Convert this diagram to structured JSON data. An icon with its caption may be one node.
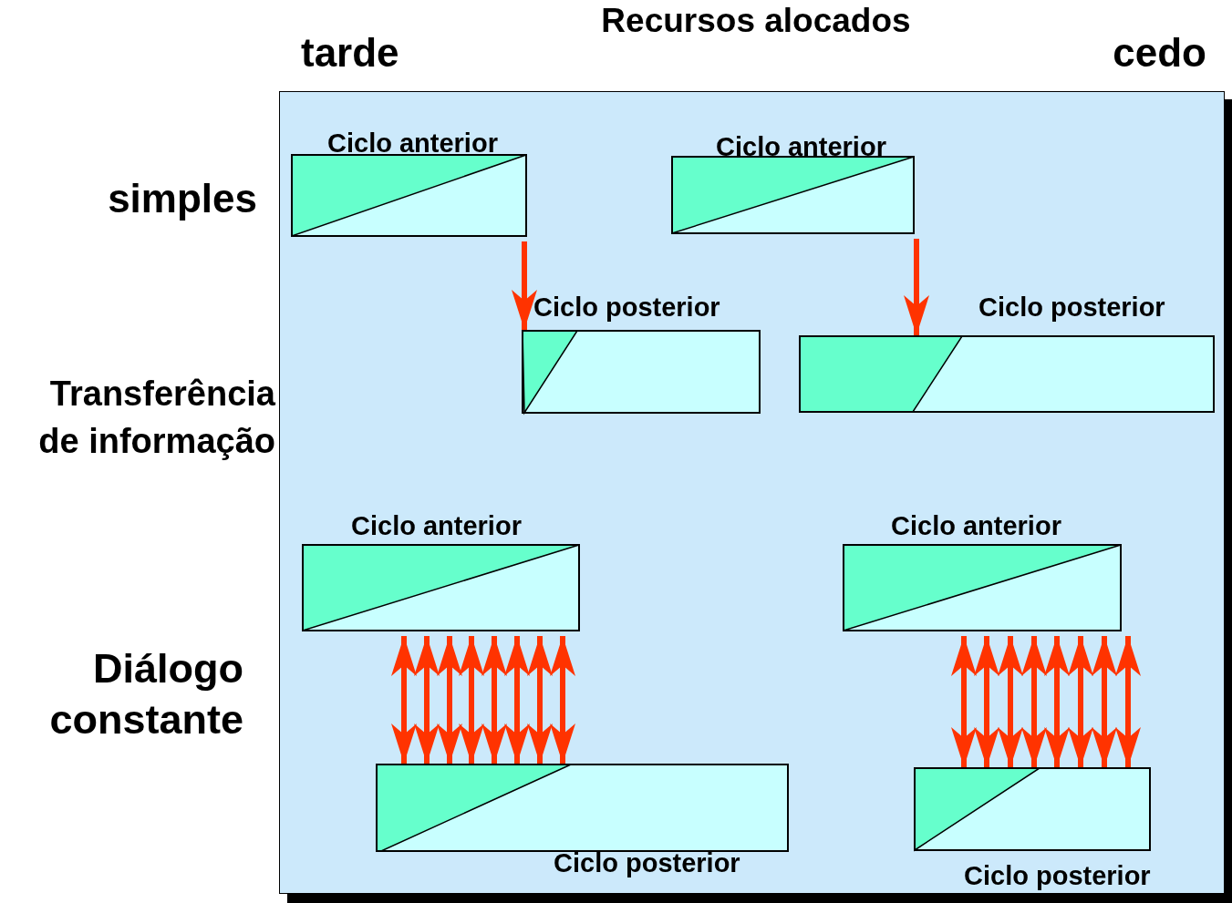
{
  "diagram": {
    "title": "Recursos alocados",
    "nodes": [
      {
        "text": [
          "Ciclo anterior"
        ]
      },
      {
        "text": [
          "Ciclo anterior"
        ]
      },
      {
        "text": [
          "Ciclo posterior"
        ]
      },
      {
        "text": [
          "Ciclo posterior"
        ]
      },
      {
        "text": [
          "Ciclo anterior"
        ]
      },
      {
        "text": [
          "Ciclo anterior"
        ]
      },
      {
        "text": [
          "Ciclo posterior"
        ]
      },
      {
        "text": [
          "Ciclo posterior"
        ]
      }
    ],
    "edges": [
      {
        "from": 0,
        "to": 2,
        "arrow": "to"
      },
      {
        "from": 1,
        "to": 3,
        "arrow": "to"
      },
      {
        "from": 4,
        "to": 6,
        "arrow": "both"
      },
      {
        "from": 4,
        "to": 6,
        "arrow": "both"
      },
      {
        "from": 4,
        "to": 6,
        "arrow": "both"
      },
      {
        "from": 4,
        "to": 6,
        "arrow": "both"
      },
      {
        "from": 4,
        "to": 6,
        "arrow": "both"
      },
      {
        "from": 4,
        "to": 6,
        "arrow": "both"
      },
      {
        "from": 4,
        "to": 6,
        "arrow": "both"
      },
      {
        "from": 4,
        "to": 6,
        "arrow": "both"
      },
      {
        "from": 5,
        "to": 7,
        "arrow": "both"
      },
      {
        "from": 5,
        "to": 7,
        "arrow": "both"
      },
      {
        "from": 5,
        "to": 7,
        "arrow": "both"
      },
      {
        "from": 5,
        "to": 7,
        "arrow": "both"
      },
      {
        "from": 5,
        "to": 7,
        "arrow": "both"
      },
      {
        "from": 5,
        "to": 7,
        "arrow": "both"
      },
      {
        "from": 5,
        "to": 7,
        "arrow": "both"
      },
      {
        "from": 5,
        "to": 7,
        "arrow": "both"
      }
    ],
    "labels": [
      "tarde",
      "cedo",
      "simples",
      "Transferência de informação",
      "Diálogo constante"
    ]
  }
}
